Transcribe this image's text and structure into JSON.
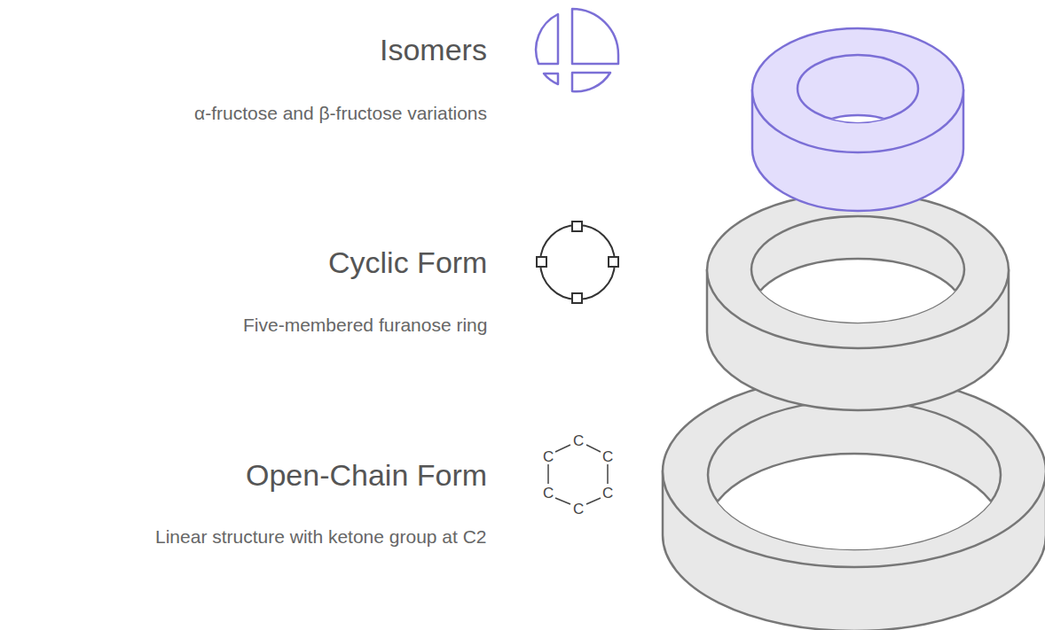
{
  "diagram": {
    "labels": [
      "Isomers",
      "α-fructose and β-fructose variations",
      "Cyclic Form",
      "Five-membered furanose ring",
      "Open-Chain Form",
      "Linear structure with ketone group at C2",
      "C",
      "C",
      "C",
      "C",
      "C",
      "C"
    ]
  }
}
